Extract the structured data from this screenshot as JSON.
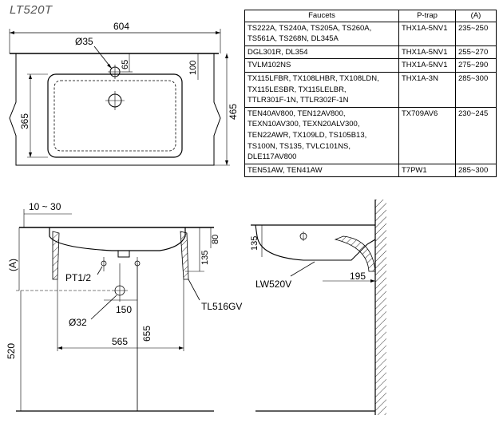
{
  "model": "LT520T",
  "table": {
    "headers": [
      "Faucets",
      "P-trap",
      "(A)"
    ],
    "rows": [
      {
        "faucets": [
          "TS222A, TS240A, TS205A, TS260A,",
          "TS561A, TS268N, DL345A"
        ],
        "ptrap": "THX1A-5NV1",
        "a": "235~250"
      },
      {
        "faucets": [
          "DGL301R, DL354"
        ],
        "ptrap": "THX1A-5NV1",
        "a": "255~270"
      },
      {
        "faucets": [
          "TVLM102NS"
        ],
        "ptrap": "THX1A-5NV1",
        "a": "275~290"
      },
      {
        "faucets": [
          "TX115LFBR, TX108LHBR, TX108LDN,",
          "TX115LESBR, TX115LELBR,",
          "TTLR301F-1N, TTLR302F-1N"
        ],
        "ptrap": "THX1A-3N",
        "a": "285~300"
      },
      {
        "faucets": [
          "TEN40AV800, TEN12AV800,",
          "TEXN10AV300, TEXN20ALV300,",
          "TEN22AWR, TX109LD, TS105B13,",
          "TS100N, TS135, TVLC101NS,",
          "DLE117AV800"
        ],
        "ptrap": "TX709AV6",
        "a": "230~245"
      },
      {
        "faucets": [
          "TEN51AW, TEN41AW"
        ],
        "ptrap": "T7PW1",
        "a": "285~300"
      }
    ]
  },
  "top_view": {
    "width": "604",
    "hole_dia": "Ø35",
    "hole_offset": "65",
    "depth_to_bowl": "100",
    "bowl_depth": "365",
    "overall_depth": "465"
  },
  "front_view": {
    "overflow_range": "10 ~ 30",
    "height_80": "80",
    "height_135": "135",
    "dim_a": "(A)",
    "pipe_thread": "PT1/2",
    "drain_dia": "Ø32",
    "drain_offset": "150",
    "bracket_span": "565",
    "floor_to_drain": "655",
    "floor_to_supply": "520",
    "bracket_model": "TL516GV"
  },
  "side_view": {
    "rim_height": "135",
    "wall_offset": "195",
    "bracket_model": "LW520V"
  }
}
